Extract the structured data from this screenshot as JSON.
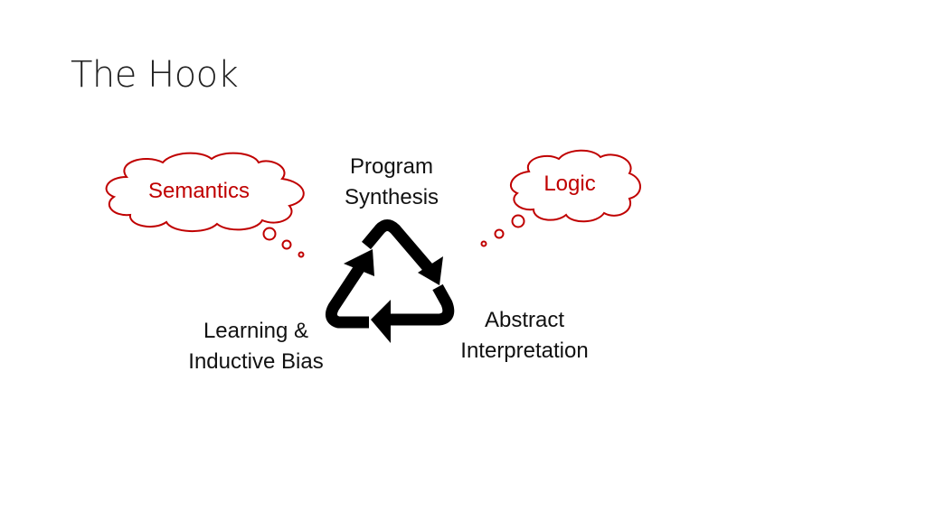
{
  "slide": {
    "title": "The Hook"
  },
  "cycle": {
    "nodes": [
      {
        "lines": [
          "Program",
          "Synthesis"
        ]
      },
      {
        "lines": [
          "Abstract",
          "Interpretation"
        ]
      },
      {
        "lines": [
          "Learning &",
          "Inductive Bias"
        ]
      }
    ],
    "arrow_color": "#000000"
  },
  "thoughts": {
    "left": {
      "text": "Semantics"
    },
    "right": {
      "text": "Logic"
    },
    "color": "#c00000"
  }
}
